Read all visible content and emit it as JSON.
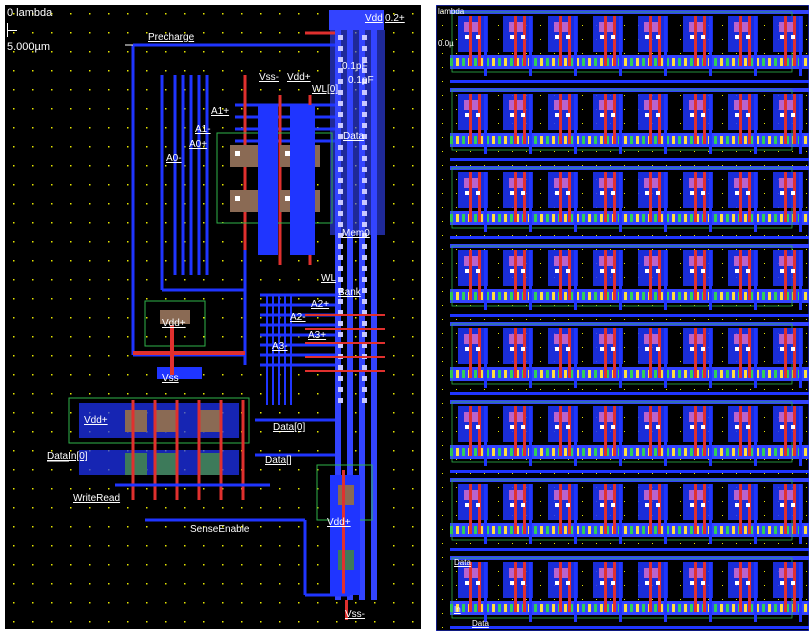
{
  "left_view": {
    "scale_unit": "0 lambda",
    "scale_length": "5.000µm",
    "labels": {
      "vdd_top": "Vdd",
      "vdd2": "0.2+",
      "precharge": "Precharge",
      "vss_minus": "Vss-",
      "vdd_plus": "Vdd+",
      "c1": "0.1pF",
      "c2": "0.1pF",
      "wl0": "WL[0]",
      "a1_plus": "A1+",
      "a1_minus": "A1-",
      "a0_plus": "A0+",
      "a0_minus": "A0-",
      "data_top": "Data",
      "memo": "Mem0",
      "wl_mid": "WL",
      "bank": "Bank",
      "a2_plus": "A2+",
      "a2_minus": "A2-",
      "a3_plus": "A3+",
      "a3_minus": "A3-",
      "vdd_mid": "Vdd+",
      "vss_mid": "Vss",
      "vdd_low": "Vdd+",
      "data0": "Data[0]",
      "datain": "DataIn[0]",
      "data_right": "Data[]",
      "write_read": "WriteRead",
      "sense_enable": "SenseEnable",
      "vdd_plus_bottom": "Vdd+",
      "vss_minus_bottom": "Vss-"
    }
  },
  "right_view": {
    "scale_unit": "lambda",
    "scale_length": "0.0µ",
    "labels": {
      "bottom_a": "Data",
      "bottom_b": "In",
      "bottom_c": "Data"
    }
  },
  "colors": {
    "background": "#000000",
    "metal1": "#1f35ff",
    "metal2": "#3344ff",
    "poly": "#e0302e",
    "diffusion_p": "#8a6a54",
    "diffusion_n": "#3d7a5a",
    "well_outline": "#2fb34a",
    "contact": "#ffffff",
    "via": "#c8c8ff",
    "grid_dot": "#e6e600",
    "pink": "#e070c8",
    "green_diff": "#2fd05a"
  }
}
